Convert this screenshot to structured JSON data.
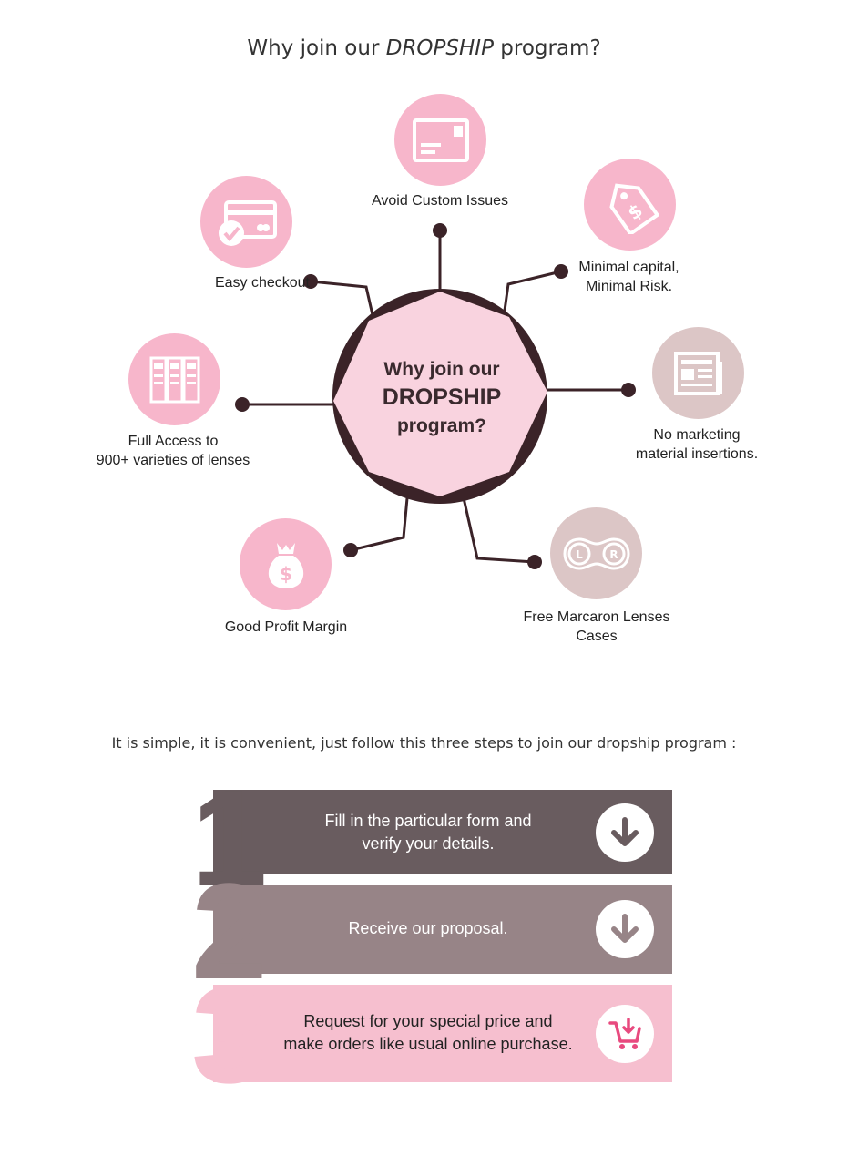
{
  "header": {
    "title_prefix": "Why join our ",
    "title_emphasis": "DROPSHIP",
    "title_suffix": " program?"
  },
  "hub": {
    "line1": "Why join our",
    "line2": "DROPSHIP",
    "line3": "program?"
  },
  "benefits": {
    "avoid_custom": "Avoid Custom Issues",
    "easy_checkout": "Easy checkout",
    "minimal_capital_1": "Minimal capital,",
    "minimal_capital_2": "Minimal Risk.",
    "full_access_1": "Full Access to",
    "full_access_2": "900+ varieties of lenses",
    "no_marketing_1": "No marketing",
    "no_marketing_2": "material insertions.",
    "profit_margin": "Good Profit Margin",
    "free_cases_1": "Free Marcaron Lenses",
    "free_cases_2": "Cases"
  },
  "icons": {
    "avoid_custom": "envelope-icon",
    "easy_checkout": "credit-card-icon",
    "minimal_capital": "price-tag-icon",
    "full_access": "catalog-icon",
    "no_marketing": "newspaper-icon",
    "profit_margin": "money-bag-icon",
    "free_cases": "lens-case-icon",
    "lens_case_left": "L",
    "lens_case_right": "R",
    "money_symbol": "$"
  },
  "steps_intro": "It is simple, it is convenient, just follow this three steps to join our dropship program :",
  "steps": [
    {
      "number": "1",
      "line1": "Fill in the particular form and",
      "line2": "verify your details."
    },
    {
      "number": "2",
      "line1": "Receive our proposal.",
      "line2": ""
    },
    {
      "number": "3",
      "line1": "Request for your special price and",
      "line2": "make orders like usual online purchase."
    }
  ],
  "colors": {
    "pink": "#f7b6cb",
    "light_pink": "#f9d3df",
    "dusty_pink": "#dcc6c6",
    "dark_brown": "#3b2328",
    "step1": "#695c5f",
    "step2": "#978487",
    "step3": "#f6bfcf"
  }
}
